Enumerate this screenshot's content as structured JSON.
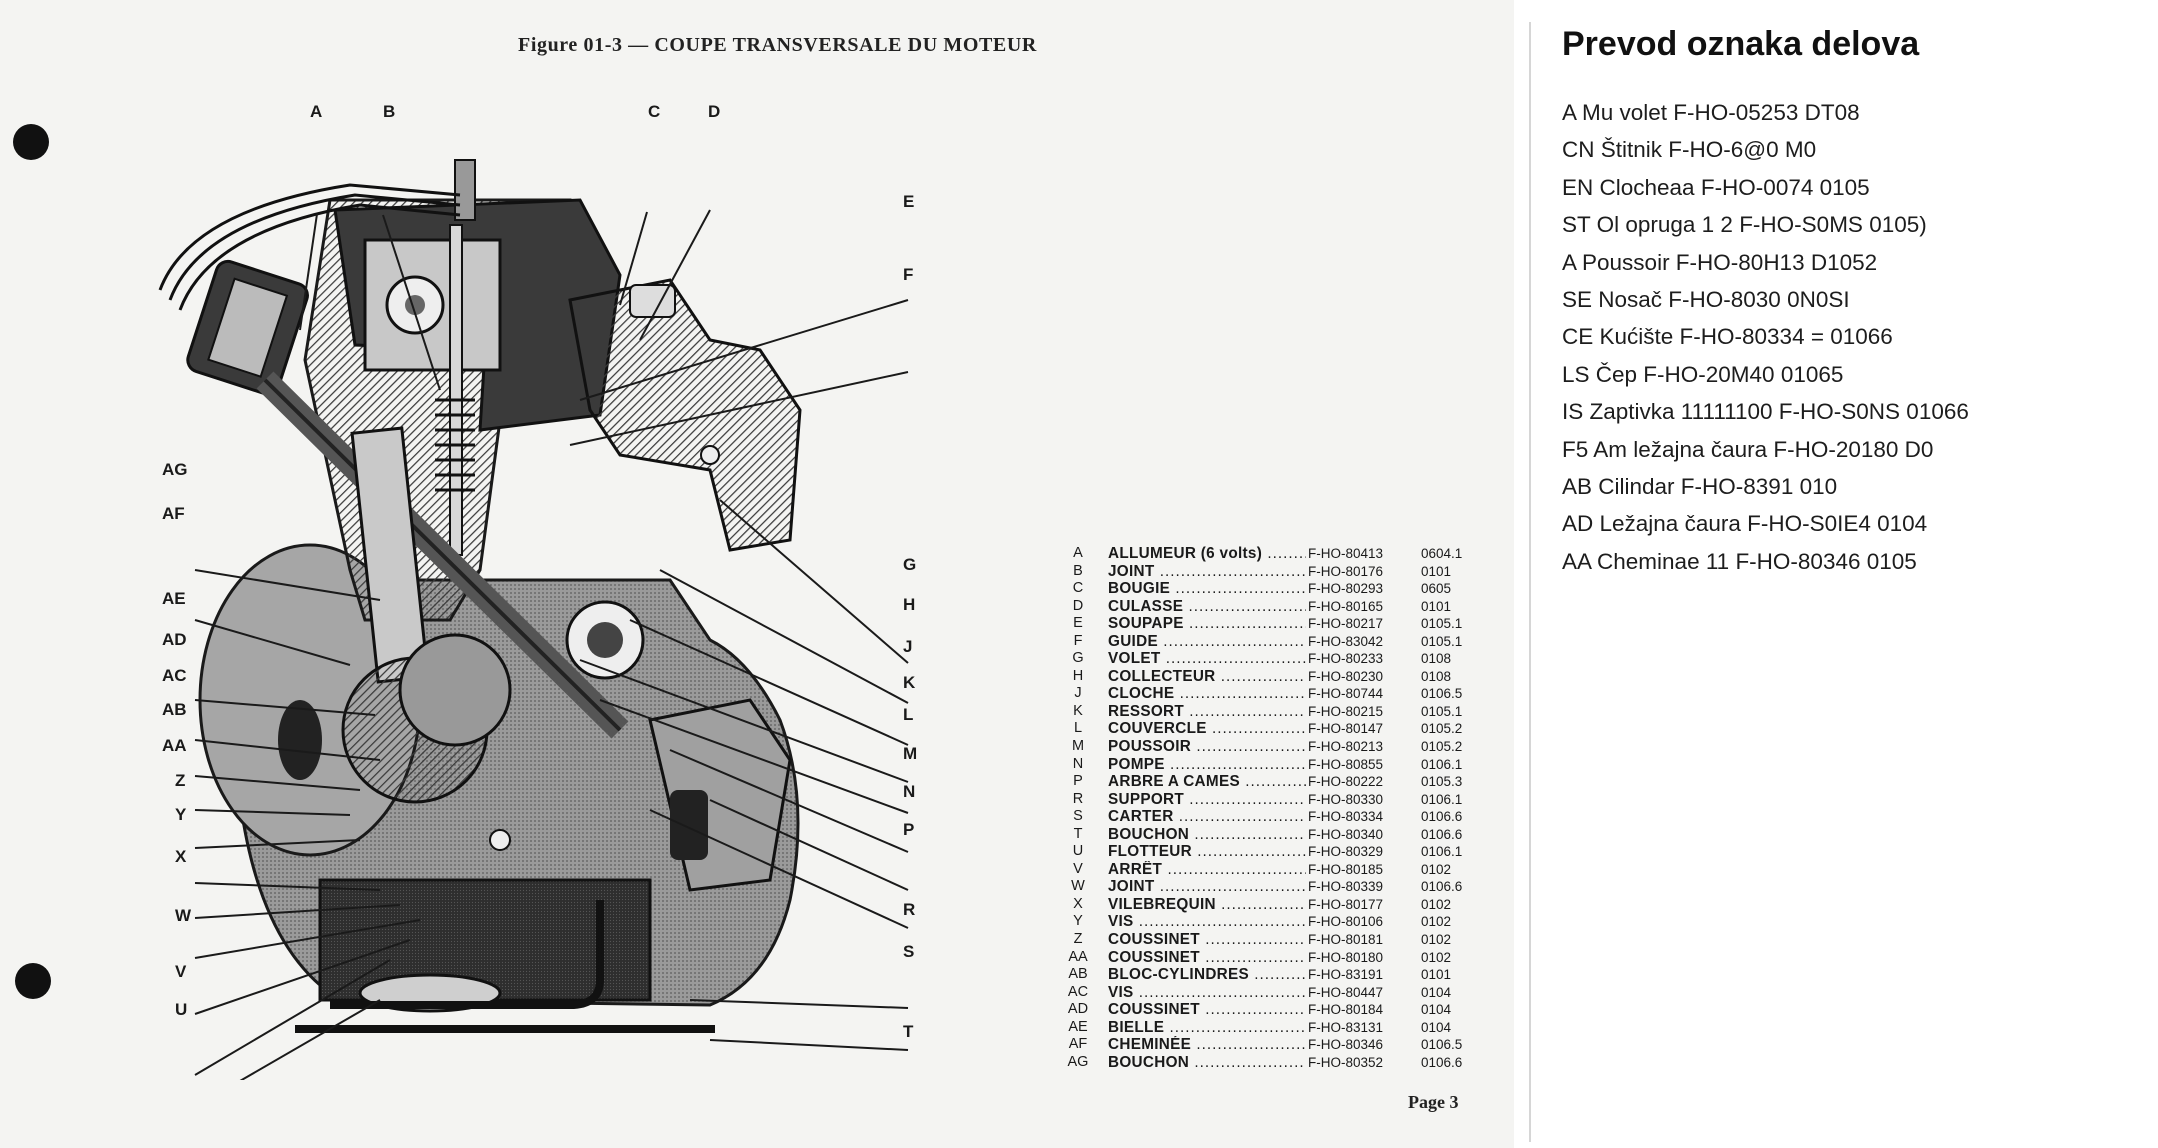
{
  "figure": {
    "title": "Figure 01-3 — COUPE TRANSVERSALE DU MOTEUR",
    "page": "Page 3",
    "labels_left": [
      "A",
      "B",
      "AG",
      "AF",
      "AE",
      "AD",
      "AC",
      "AB",
      "AA",
      "Z",
      "Y",
      "X",
      "W",
      "V",
      "U"
    ],
    "labels_top": [
      "C",
      "D"
    ],
    "labels_right": [
      "E",
      "F",
      "G",
      "H",
      "J",
      "K",
      "L",
      "M",
      "N",
      "P",
      "R",
      "S",
      "T"
    ]
  },
  "parts": [
    {
      "letter": "A",
      "name": "ALLUMEUR (6 volts)",
      "ref": "F-HO-80413",
      "code": "0604.1"
    },
    {
      "letter": "B",
      "name": "JOINT",
      "ref": "F-HO-80176",
      "code": "0101"
    },
    {
      "letter": "C",
      "name": "BOUGIE",
      "ref": "F-HO-80293",
      "code": "0605"
    },
    {
      "letter": "D",
      "name": "CULASSE",
      "ref": "F-HO-80165",
      "code": "0101"
    },
    {
      "letter": "E",
      "name": "SOUPAPE",
      "ref": "F-HO-80217",
      "code": "0105.1"
    },
    {
      "letter": "F",
      "name": "GUIDE",
      "ref": "F-HO-83042",
      "code": "0105.1"
    },
    {
      "letter": "G",
      "name": "VOLET",
      "ref": "F-HO-80233",
      "code": "0108"
    },
    {
      "letter": "H",
      "name": "COLLECTEUR",
      "ref": "F-HO-80230",
      "code": "0108"
    },
    {
      "letter": "J",
      "name": "CLOCHE",
      "ref": "F-HO-80744",
      "code": "0106.5"
    },
    {
      "letter": "K",
      "name": "RESSORT",
      "ref": "F-HO-80215",
      "code": "0105.1"
    },
    {
      "letter": "L",
      "name": "COUVERCLE",
      "ref": "F-HO-80147",
      "code": "0105.2"
    },
    {
      "letter": "M",
      "name": "POUSSOIR",
      "ref": "F-HO-80213",
      "code": "0105.2"
    },
    {
      "letter": "N",
      "name": "POMPE",
      "ref": "F-HO-80855",
      "code": "0106.1"
    },
    {
      "letter": "P",
      "name": "ARBRE A CAMES",
      "ref": "F-HO-80222",
      "code": "0105.3"
    },
    {
      "letter": "R",
      "name": "SUPPORT",
      "ref": "F-HO-80330",
      "code": "0106.1"
    },
    {
      "letter": "S",
      "name": "CARTER",
      "ref": "F-HO-80334",
      "code": "0106.6"
    },
    {
      "letter": "T",
      "name": "BOUCHON",
      "ref": "F-HO-80340",
      "code": "0106.6"
    },
    {
      "letter": "U",
      "name": "FLOTTEUR",
      "ref": "F-HO-80329",
      "code": "0106.1"
    },
    {
      "letter": "V",
      "name": "ARRÊT",
      "ref": "F-HO-80185",
      "code": "0102"
    },
    {
      "letter": "W",
      "name": "JOINT",
      "ref": "F-HO-80339",
      "code": "0106.6"
    },
    {
      "letter": "X",
      "name": "VILEBREQUIN",
      "ref": "F-HO-80177",
      "code": "0102"
    },
    {
      "letter": "Y",
      "name": "VIS",
      "ref": "F-HO-80106",
      "code": "0102"
    },
    {
      "letter": "Z",
      "name": "COUSSINET",
      "ref": "F-HO-80181",
      "code": "0102"
    },
    {
      "letter": "AA",
      "name": "COUSSINET",
      "ref": "F-HO-80180",
      "code": "0102"
    },
    {
      "letter": "AB",
      "name": "BLOC-CYLINDRES",
      "ref": "F-HO-83191",
      "code": "0101"
    },
    {
      "letter": "AC",
      "name": "VIS",
      "ref": "F-HO-80447",
      "code": "0104"
    },
    {
      "letter": "AD",
      "name": "COUSSINET",
      "ref": "F-HO-80184",
      "code": "0104"
    },
    {
      "letter": "AE",
      "name": "BIELLE",
      "ref": "F-HO-83131",
      "code": "0104"
    },
    {
      "letter": "AF",
      "name": "CHEMINÉE",
      "ref": "F-HO-80346",
      "code": "0106.5"
    },
    {
      "letter": "AG",
      "name": "BOUCHON",
      "ref": "F-HO-80352",
      "code": "0106.6"
    }
  ],
  "translation": {
    "title": "Prevod oznaka delova",
    "items": [
      "A Mu volet F-HO-05253 DT08",
      "CN Štitnik F-HO-6@0 M0",
      "EN Clocheaa F-HO-0074 0105",
      "ST Ol opruga 1 2 F-HO-S0MS 0105)",
      "A Poussoir F-HO-80H13 D1052",
      "SE Nosač F-HO-8030 0N0SI",
      "CE Kućište F-HO-80334 = 01066",
      "LS Čep F-HO-20M40 01065",
      "IS Zaptivka 11111100 F-HO-S0NS 01066",
      "F5 Am ležajna čaura F-HO-20180 D0",
      "AB Cilindar F-HO-8391 010",
      "AD Ležajna čaura F-HO-S0IE4 0104",
      "AA Cheminae 11 F-HO-80346 0105"
    ]
  },
  "colors": {
    "ink": "#1a1a1a",
    "metal_dark": "#3a3a3a",
    "metal_mid": "#8a8a8a",
    "metal_light": "#c9c9c9",
    "paper": "#f4f4f2"
  }
}
